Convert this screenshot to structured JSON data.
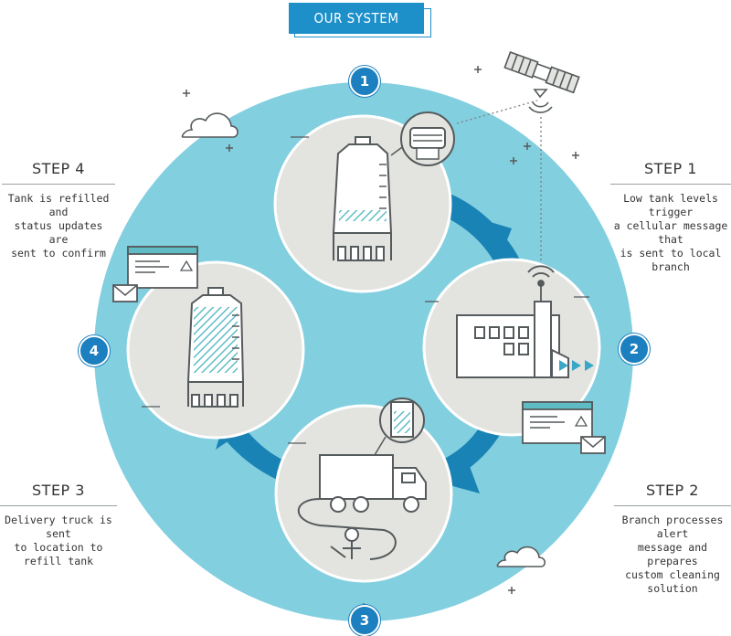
{
  "title": "OUR SYSTEM",
  "steps": [
    {
      "label": "STEP 1",
      "lines": [
        "Low tank levels trigger",
        "a cellular message that",
        "is sent to local branch"
      ]
    },
    {
      "label": "STEP 2",
      "lines": [
        "Branch processes alert",
        "message and prepares",
        "custom cleaning solution"
      ]
    },
    {
      "label": "STEP 3",
      "lines": [
        "Delivery truck is sent",
        "to location to refill tank"
      ]
    },
    {
      "label": "STEP 4",
      "lines": [
        "Tank is refilled and",
        "status updates are",
        "sent to confirm"
      ]
    }
  ],
  "badges": [
    "1",
    "2",
    "3",
    "4"
  ],
  "colors": {
    "accent": "#1d8fc9",
    "ring": "#82cfe0",
    "arrow": "#1a83b5",
    "node_fill": "#e3e4e0",
    "stroke": "#555a5c"
  },
  "icons": [
    "satellite-icon",
    "cloud-icon",
    "envelope-icon",
    "alert-window-icon",
    "signal-tower-icon",
    "truck-icon",
    "worker-hose-icon",
    "tank-icon",
    "sensor-icon"
  ]
}
